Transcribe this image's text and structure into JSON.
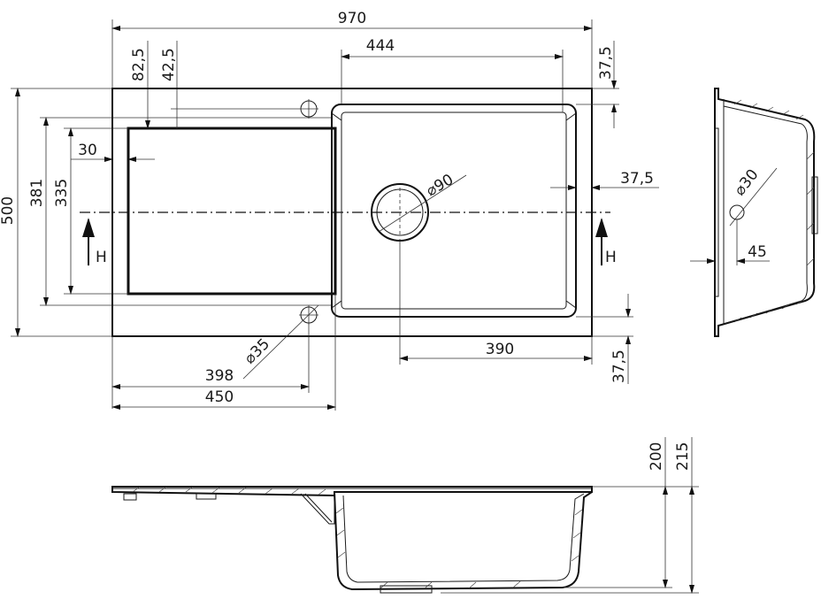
{
  "top_view": {
    "overall_width": "970",
    "bowl_width": "444",
    "top_offset_825": "82,5",
    "top_offset_425": "42,5",
    "right_top_margin": "37,5",
    "drain_left_margin": "30",
    "drain_diameter": "⌀90",
    "bowl_right_margin": "37,5",
    "overall_depth": "500",
    "drainer_depth": "381",
    "inner_depth": "335",
    "section_mark_left": "H",
    "section_mark_right": "H",
    "tap_hole_diameter": "⌀35",
    "drain_to_right": "390",
    "bottom_margin": "37,5",
    "tap_to_left": "398",
    "drainer_length": "450"
  },
  "section_view": {
    "overflow_diameter": "⌀30",
    "overflow_offset": "45"
  },
  "side_view": {
    "bowl_depth": "200",
    "total_depth": "215"
  }
}
